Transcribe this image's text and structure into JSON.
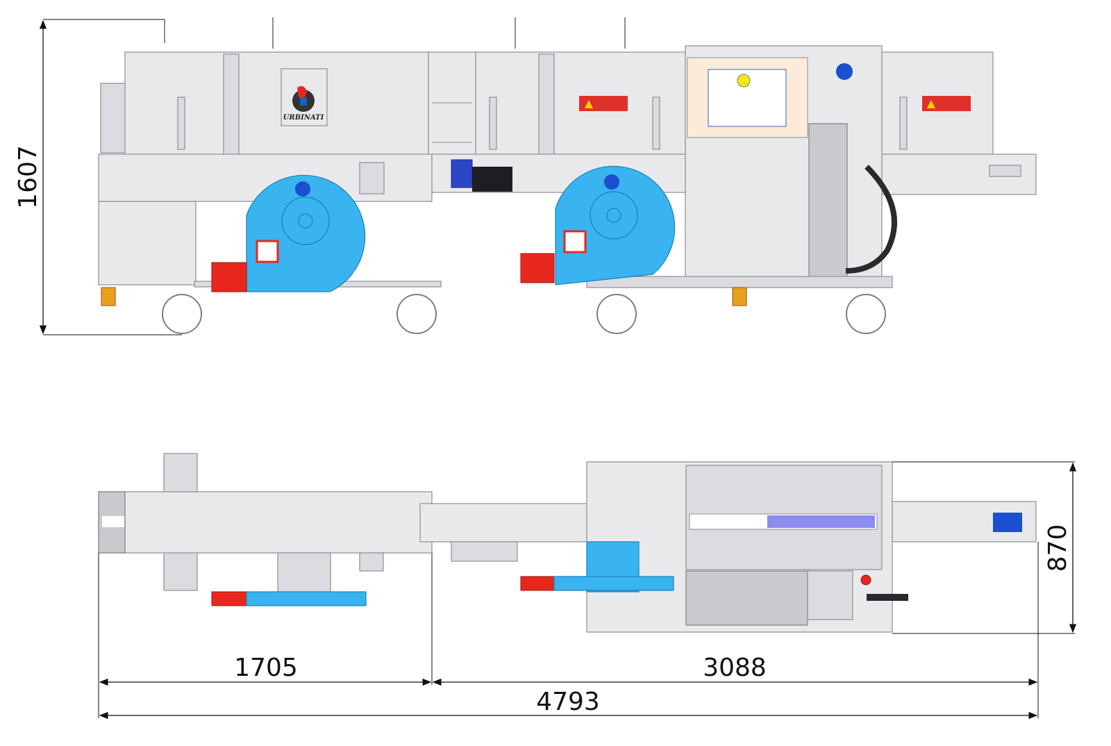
{
  "drawing": {
    "brand_logo_text": "URBINATI",
    "dimensions": {
      "height": "1607",
      "section_left": "1705",
      "section_right": "3088",
      "total_length": "4793",
      "width": "870"
    },
    "colors": {
      "blower": "#39b4f0",
      "valve": "#e8281e",
      "steel": "#e9e9ec",
      "control_panel": "#fdebd9",
      "warning_label": "#e0302a"
    }
  }
}
